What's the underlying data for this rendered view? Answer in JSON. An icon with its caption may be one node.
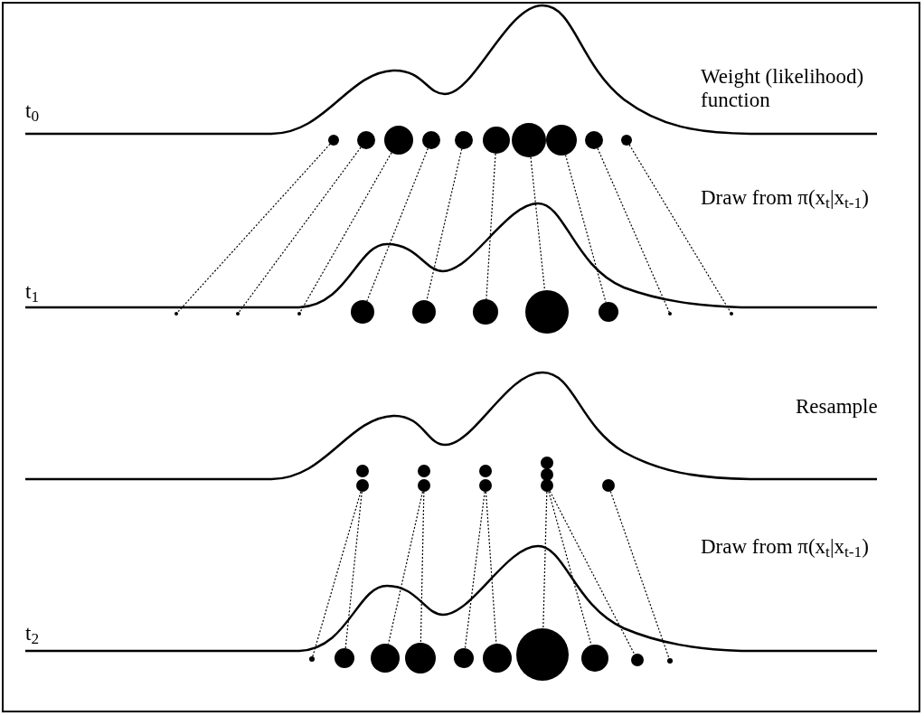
{
  "diagram": {
    "nodes": [
      {
        "text": [],
        "shape": "circle"
      },
      {
        "text": [],
        "shape": "circle"
      },
      {
        "text": [],
        "shape": "circle"
      },
      {
        "text": [],
        "shape": "circle"
      },
      {
        "text": [],
        "shape": "circle"
      },
      {
        "text": [],
        "shape": "circle"
      },
      {
        "text": [],
        "shape": "circle"
      },
      {
        "text": [],
        "shape": "circle"
      },
      {
        "text": [],
        "shape": "circle"
      },
      {
        "text": [],
        "shape": "circle"
      },
      {
        "text": [],
        "shape": "circle"
      },
      {
        "text": [],
        "shape": "circle"
      },
      {
        "text": [],
        "shape": "circle"
      },
      {
        "text": [],
        "shape": "circle"
      },
      {
        "text": [],
        "shape": "circle"
      },
      {
        "text": [],
        "shape": "circle"
      },
      {
        "text": [],
        "shape": "circle"
      },
      {
        "text": [],
        "shape": "circle"
      },
      {
        "text": [],
        "shape": "circle"
      },
      {
        "text": [],
        "shape": "circle"
      },
      {
        "text": [],
        "shape": "circle"
      },
      {
        "text": [],
        "shape": "circle"
      },
      {
        "text": [],
        "shape": "circle"
      },
      {
        "text": [],
        "shape": "circle"
      },
      {
        "text": [],
        "shape": "circle"
      },
      {
        "text": [],
        "shape": "circle"
      },
      {
        "text": [],
        "shape": "circle"
      },
      {
        "text": [],
        "shape": "circle"
      },
      {
        "text": [],
        "shape": "circle"
      },
      {
        "text": [],
        "shape": "circle"
      },
      {
        "text": [],
        "shape": "circle"
      },
      {
        "text": [],
        "shape": "circle"
      },
      {
        "text": [],
        "shape": "circle"
      },
      {
        "text": [],
        "shape": "circle"
      },
      {
        "text": [],
        "shape": "circle"
      },
      {
        "text": [],
        "shape": "circle"
      },
      {
        "text": [],
        "shape": "circle"
      },
      {
        "text": [],
        "shape": "circle"
      },
      {
        "text": [],
        "shape": "circle"
      },
      {
        "text": [],
        "shape": "circle"
      }
    ],
    "edges": [
      {
        "from": 0,
        "to": 10,
        "arrow": "none"
      },
      {
        "from": 1,
        "to": 11,
        "arrow": "none"
      },
      {
        "from": 2,
        "to": 12,
        "arrow": "none"
      },
      {
        "from": 3,
        "to": 13,
        "arrow": "none"
      },
      {
        "from": 4,
        "to": 14,
        "arrow": "none"
      },
      {
        "from": 5,
        "to": 15,
        "arrow": "none"
      },
      {
        "from": 6,
        "to": 16,
        "arrow": "none"
      },
      {
        "from": 7,
        "to": 17,
        "arrow": "none"
      },
      {
        "from": 8,
        "to": 18,
        "arrow": "none"
      },
      {
        "from": 9,
        "to": 19,
        "arrow": "none"
      },
      {
        "from": 21,
        "to": 30,
        "arrow": "none"
      },
      {
        "from": 21,
        "to": 31,
        "arrow": "none"
      },
      {
        "from": 23,
        "to": 32,
        "arrow": "none"
      },
      {
        "from": 23,
        "to": 33,
        "arrow": "none"
      },
      {
        "from": 25,
        "to": 34,
        "arrow": "none"
      },
      {
        "from": 25,
        "to": 35,
        "arrow": "none"
      },
      {
        "from": 28,
        "to": 36,
        "arrow": "none"
      },
      {
        "from": 28,
        "to": 37,
        "arrow": "none"
      },
      {
        "from": 28,
        "to": 38,
        "arrow": "none"
      },
      {
        "from": 29,
        "to": 39,
        "arrow": "none"
      }
    ],
    "labels": [
      "t$_{0}$",
      "Weight (likelihood) function",
      "Draw from π(x$_{t}$|x$_{t-1}$)",
      "t$_{1}$",
      "Resample",
      "Draw from π(x$_{t}$|x$_{t-1}$)",
      "t$_{2}$"
    ]
  }
}
